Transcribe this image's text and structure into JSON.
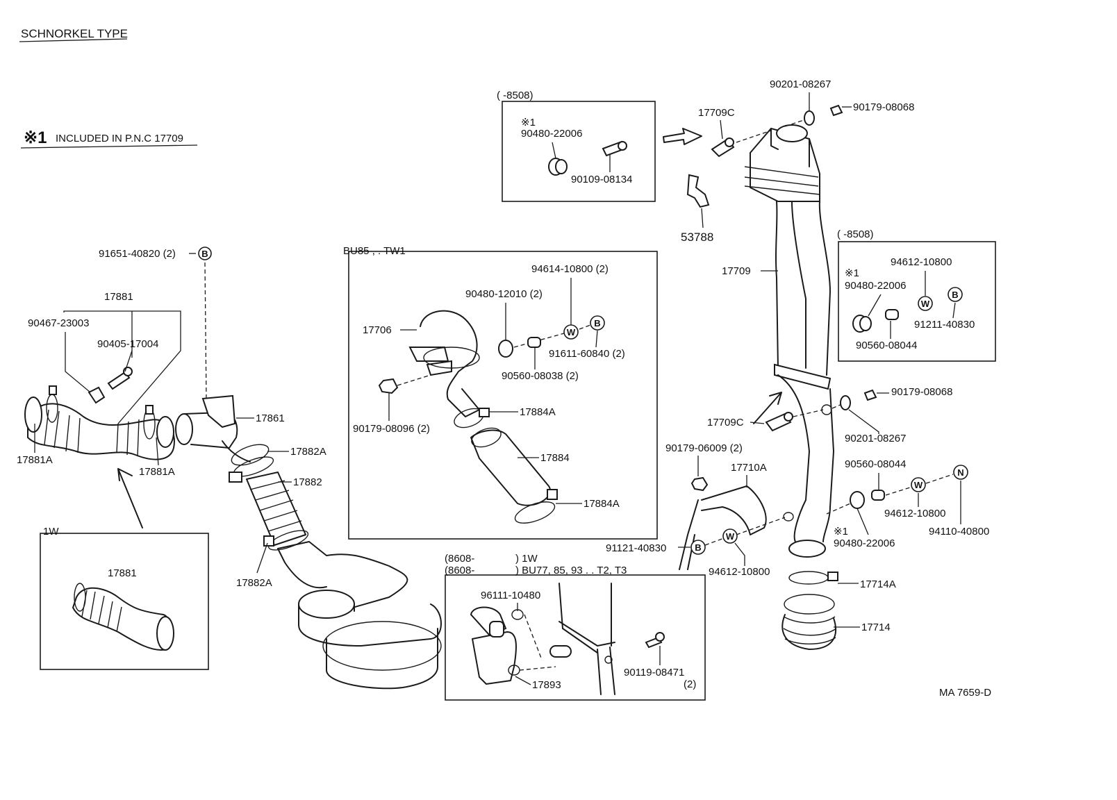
{
  "header": {
    "title": "SCHNORKEL TYPE",
    "note_mark": "※1",
    "note_text": "INCLUDED IN P.N.C 17709"
  },
  "drawing_code": "MA 7659-D",
  "badges": {
    "b": "B",
    "w": "W",
    "n": "N"
  },
  "boxes": {
    "top_center": {
      "range": "(      -8508)",
      "mark": "※1",
      "p1": "90480-22006",
      "p2": "90109-08134"
    },
    "right": {
      "range": "(      -8508)",
      "mark": "※1",
      "p1": "94612-10800",
      "p2": "90480-22006",
      "p3": "91211-40830",
      "p4": "90560-08044"
    },
    "bu85": {
      "title": "BU85 , . TW1",
      "p1": "94614-10800 (2)",
      "p2": "90480-12010 (2)",
      "p3": "17706",
      "p4": "91611-60840 (2)",
      "p5": "90560-08038 (2)",
      "p6": "90179-08096 (2)",
      "p7": "17884A",
      "p8": "17884",
      "p9": "17884A"
    },
    "w1": {
      "title": "1W",
      "p1": "17881"
    },
    "bottom": {
      "line1a": "(8608-",
      "line1b": ") 1W",
      "line2a": "(8608-",
      "line2b": ") BU77, 85, 93 . . T2, T3",
      "p1": "96111-10480",
      "p2": "90119-08471",
      "p2q": "(2)",
      "p3": "17893"
    }
  },
  "labels": {
    "p91651": "91651-40820 (2)",
    "p17881": "17881",
    "p90467": "90467-23003",
    "p90405": "90405-17004",
    "p17881A_left": "17881A",
    "p17881A_mid": "17881A",
    "p17861": "17861",
    "p17882A_top": "17882A",
    "p17882": "17882",
    "p17882A_bot": "17882A",
    "p90201_top": "90201-08267",
    "p90179_top": "90179-08068",
    "p17709C_top": "17709C",
    "p53788": "53788",
    "p17709": "17709",
    "p90179_mid": "90179-08068",
    "p17709C_mid": "17709C",
    "p90201_mid": "90201-08267",
    "p90179_06009": "90179-06009 (2)",
    "p17710A": "17710A",
    "p90560_08044": "90560-08044",
    "p94612_a": "94612-10800",
    "p94110": "94110-40800",
    "mark1": "※1",
    "p90480_22006": "90480-22006",
    "p91121": "91121-40830",
    "p94612_b": "94612-10800",
    "p17714A": "17714A",
    "p17714": "17714"
  }
}
